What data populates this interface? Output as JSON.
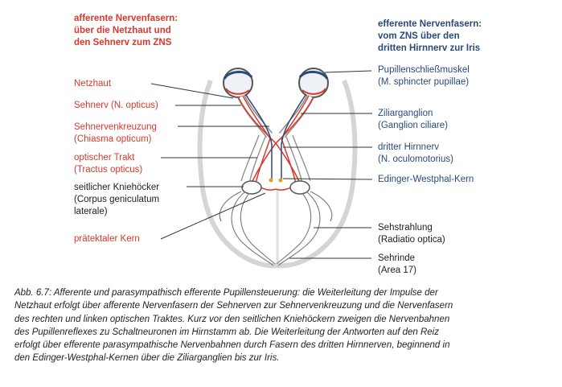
{
  "headers": {
    "afferent": [
      "afferente Nervenfasern:",
      "über die Netzhaut und",
      "den Sehnerv zum ZNS"
    ],
    "efferent": [
      "efferente Nervenfasern:",
      "vom ZNS über den",
      "dritten Hirnnerv zur Iris"
    ]
  },
  "labels_left": {
    "netzhaut": "Netzhaut",
    "sehnerv": "Sehnerv (N. opticus)",
    "chiasma": [
      "Sehnervenkreuzung",
      "(Chiasma opticum)"
    ],
    "trakt": [
      "optischer Trakt",
      "(Tractus opticus)"
    ],
    "kniehoecker": [
      "seitlicher Kniehöcker",
      "(Corpus geniculatum",
      "laterale)"
    ],
    "praetektal": "prätektaler Kern"
  },
  "labels_right": {
    "pupille": [
      "Pupillenschließmuskel",
      "(M. sphincter pupillae)"
    ],
    "ziliar": [
      "Ziliarganglion",
      "(Ganglion ciliare)"
    ],
    "hirnnerv": [
      "dritter Hirnnerv",
      "(N. oculomotorius)"
    ],
    "edinger": "Edinger-Westphal-Kern",
    "sehstrahlung": [
      "Sehstrahlung",
      "(Radiatio optica)"
    ],
    "sehrinde": [
      "Sehrinde",
      "(Area 17)"
    ]
  },
  "caption": {
    "prefix": "Abb. 6.7:",
    "lines": [
      " Afferente und parasympathisch efferente Pupillensteuerung: die Weiterleitung der Impulse der",
      "Netzhaut erfolgt über afferente Nervenfasern der Sehnerven zur Sehnervenkreuzung und die Nervenfasern",
      "des rechten und linken optischen Traktes. Kurz vor den seitlichen Kniehöckern zweigen die Nervenbahnen",
      "des Pupillenreflexes zu Schaltneuronen im Hirnstamm ab. Die Weiterleitung der Antworten auf den Reiz",
      "erfolgt über efferente parasympathische Nervenbahnen durch Fasern des dritten Hirnnerven, beginnend in",
      "den Edinger-Westphal-Kernen über die Ziliarganglien bis zur Iris."
    ]
  },
  "colors": {
    "afferent": "#d9382c",
    "efferent": "#2a4a7a",
    "text": "#222222"
  }
}
